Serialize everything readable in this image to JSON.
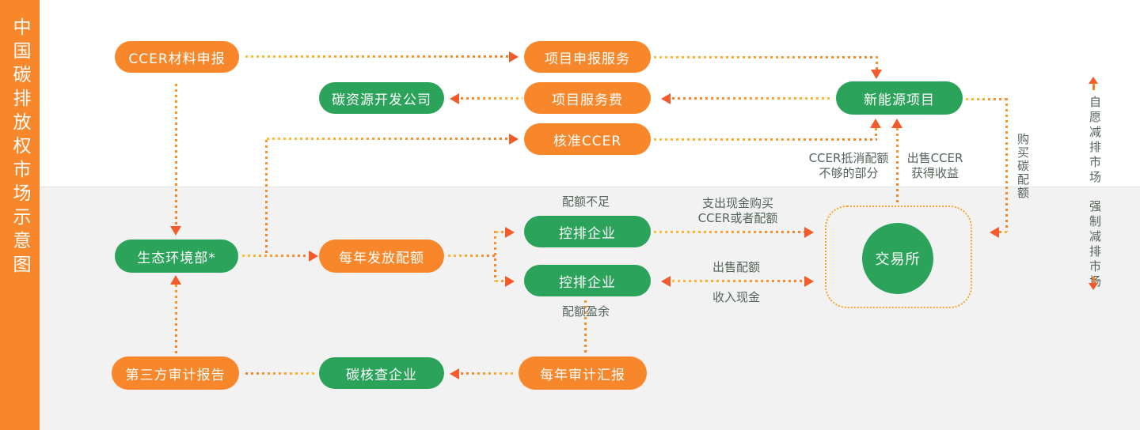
{
  "title": "中国碳排放权市场示意图",
  "colors": {
    "orange": "#F8872B",
    "green": "#2BA35A",
    "arrowhead": "#F25B2C",
    "dotted_line_start": "#FDBE33",
    "dotted_line_end": "#F5822A",
    "label_text": "#55645A",
    "mandatory_region_bg": "#F2F2F2"
  },
  "markets": {
    "voluntary": "自愿减排市场",
    "mandatory": "强制减排市场"
  },
  "nodes": {
    "ccer_material": "CCER材料申报",
    "project_apply_service": "项目申报服务",
    "carbon_dev_company": "碳资源开发公司",
    "project_service_fee": "项目服务费",
    "new_energy_project": "新能源项目",
    "approved_ccer": "核准CCER",
    "ministry_ecology": "生态环境部*",
    "annual_quota_issue": "每年发放配额",
    "controlled_enterprise_short": "控排企业",
    "controlled_enterprise_surplus": "控排企业",
    "exchange": "交易所",
    "third_party_audit_report": "第三方审计报告",
    "carbon_verification_company": "碳核查企业",
    "annual_audit_report": "每年审计汇报"
  },
  "edge_labels": {
    "quota_shortage": "配额不足",
    "quota_surplus": "配额盈余",
    "pay_cash_l1": "支出现金购买",
    "pay_cash_l2": "CCER或者配额",
    "sell_quota": "出售配额",
    "receive_cash": "收入现金",
    "ccer_offset_l1": "CCER抵消配额",
    "ccer_offset_l2": "不够的部分",
    "sell_ccer_l1": "出售CCER",
    "sell_ccer_l2": "获得收益",
    "buy_quota": "购买碳配额"
  }
}
